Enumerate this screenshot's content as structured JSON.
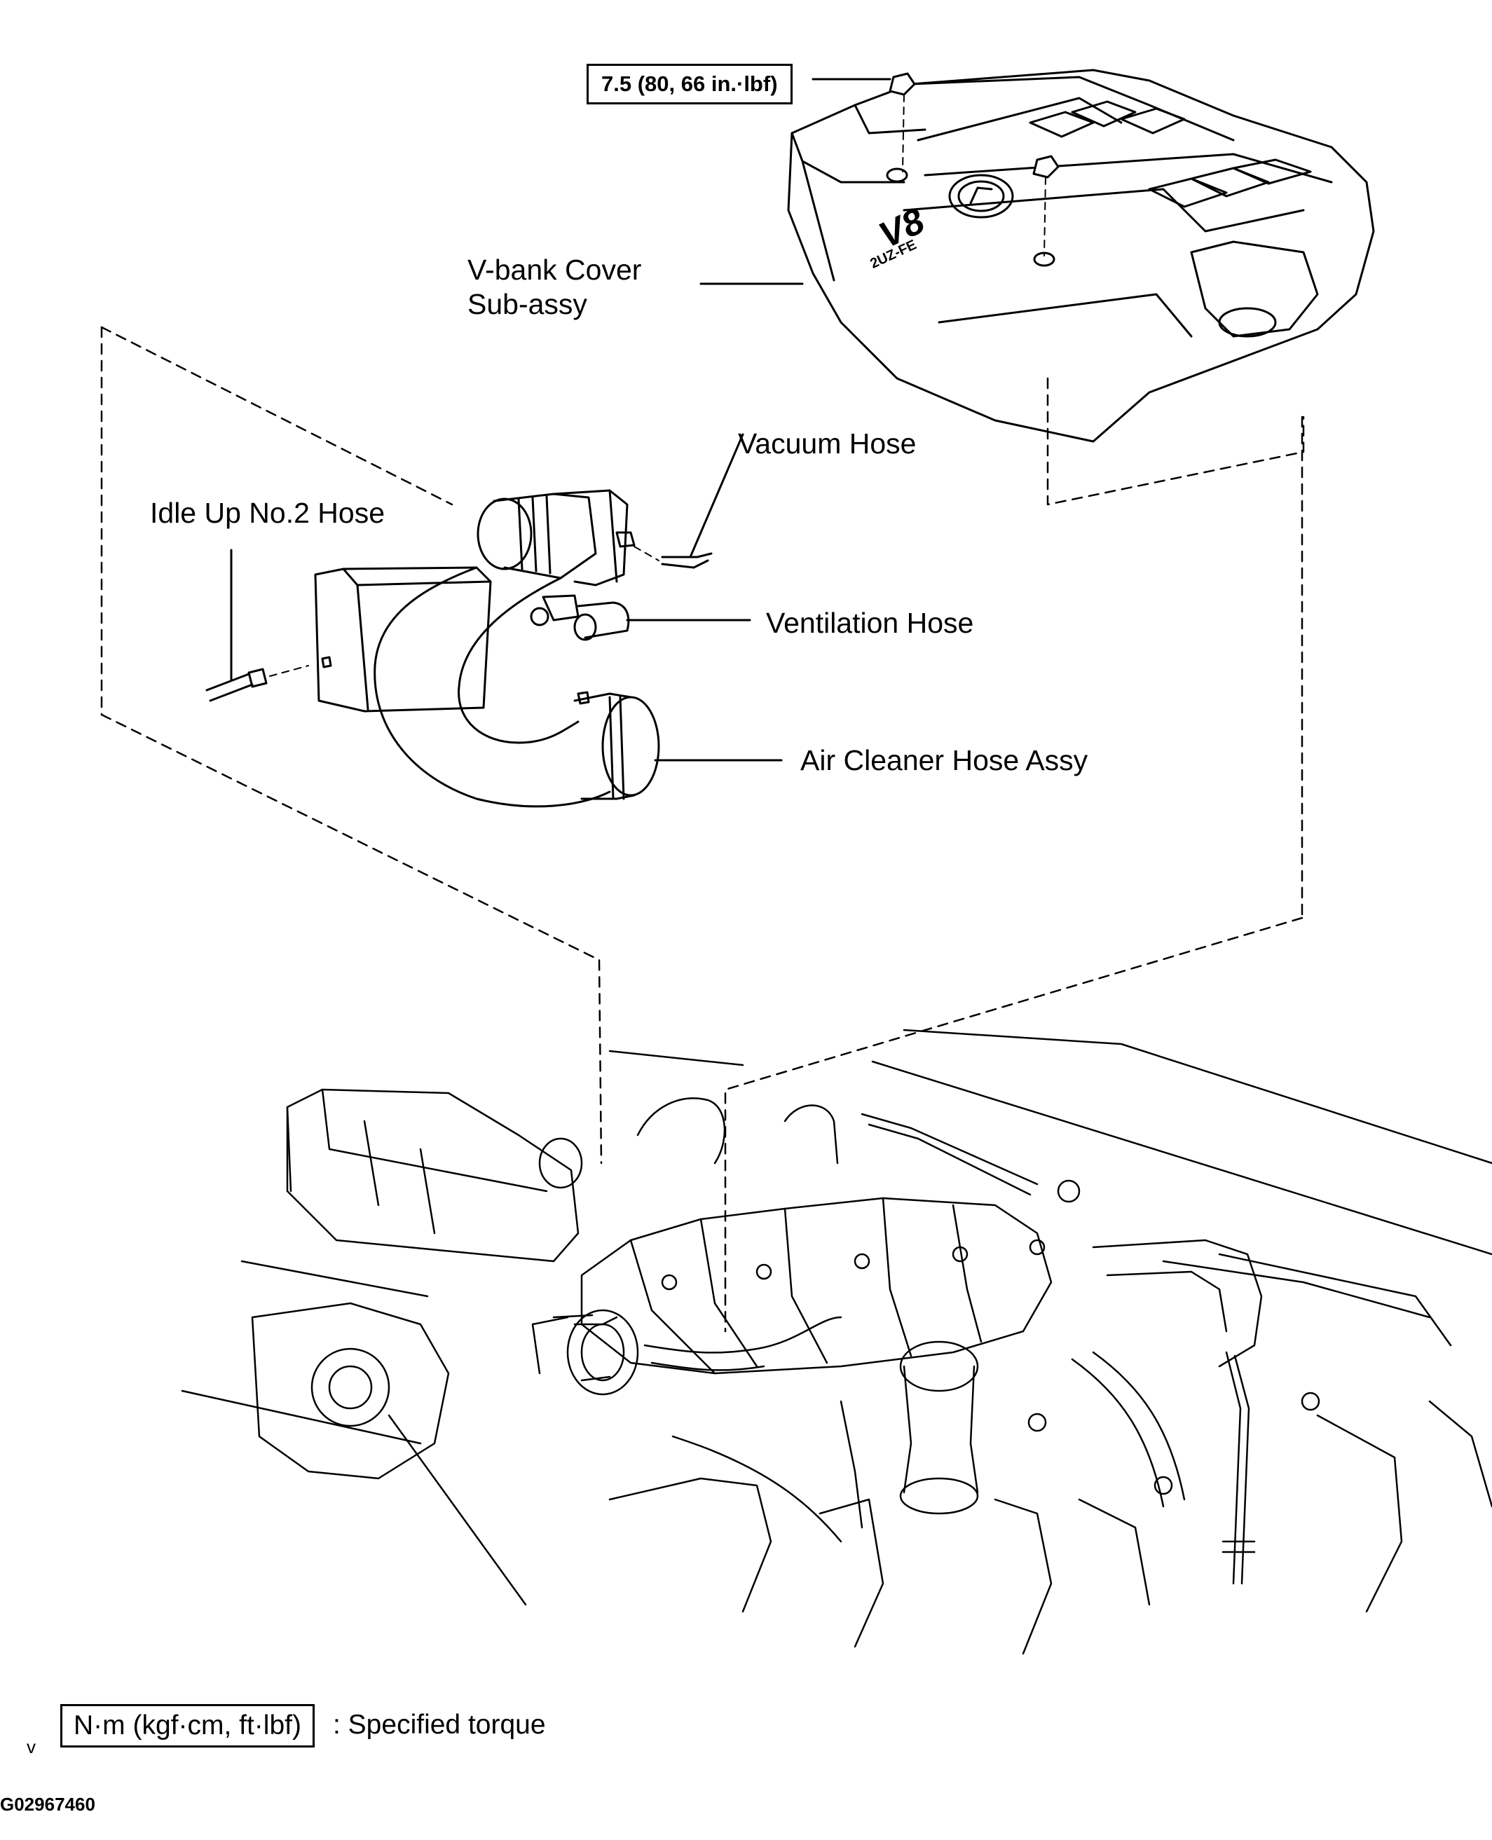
{
  "labels": {
    "torque_value": "7.5 (80, 66 in.·lbf)",
    "vbank_cover_line1": "V-bank Cover",
    "vbank_cover_line2": "Sub-assy",
    "vacuum_hose": "Vacuum Hose",
    "idle_up_hose": "Idle Up No.2 Hose",
    "ventilation_hose": "Ventilation Hose",
    "air_cleaner_hose": "Air Cleaner Hose Assy"
  },
  "cover_emblem": {
    "brand_mark": "lexus-emblem",
    "text": "V8",
    "subtext": "2UZ-FE"
  },
  "legend": {
    "unit_box": "N·m (kgf·cm, ft·lbf)",
    "description": ": Specified torque"
  },
  "figure_id": "G02967460",
  "corner_mark": "v"
}
